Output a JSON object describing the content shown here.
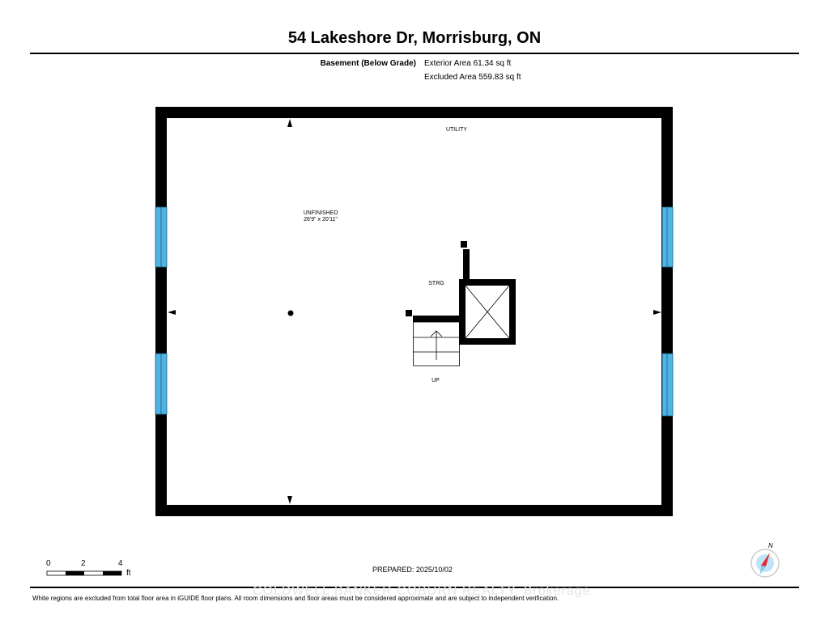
{
  "title": "54 Lakeshore Dr, Morrisburg, ON",
  "level": "Basement (Below Grade)",
  "exterior_area": "Exterior Area 61.34 sq ft",
  "excluded_area": "Excluded Area 559.83 sq ft",
  "rooms": {
    "utility": "UTILITY",
    "unfinished": "UNFINISHED",
    "unfinished_dims": "26'9\" x 20'11\"",
    "storage": "STRG",
    "stairs": "UP"
  },
  "scale": {
    "ticks": [
      "0",
      "2",
      "4"
    ],
    "unit": "ft"
  },
  "prepared": "PREPARED: 2025/10/02",
  "watermark": "COLDWELL BANKER COBURN REALTY, Brokerage",
  "disclaimer": "White regions are excluded from total floor area in iGUIDE floor plans. All room dimensions and floor areas must be considered approximate and are subject to independent verification.",
  "compass": {
    "label": "N"
  },
  "colors": {
    "window": "#4fb3e3",
    "wall": "#000000",
    "compass_needle": "#e8262a",
    "compass_face": "#bfe3f7"
  }
}
